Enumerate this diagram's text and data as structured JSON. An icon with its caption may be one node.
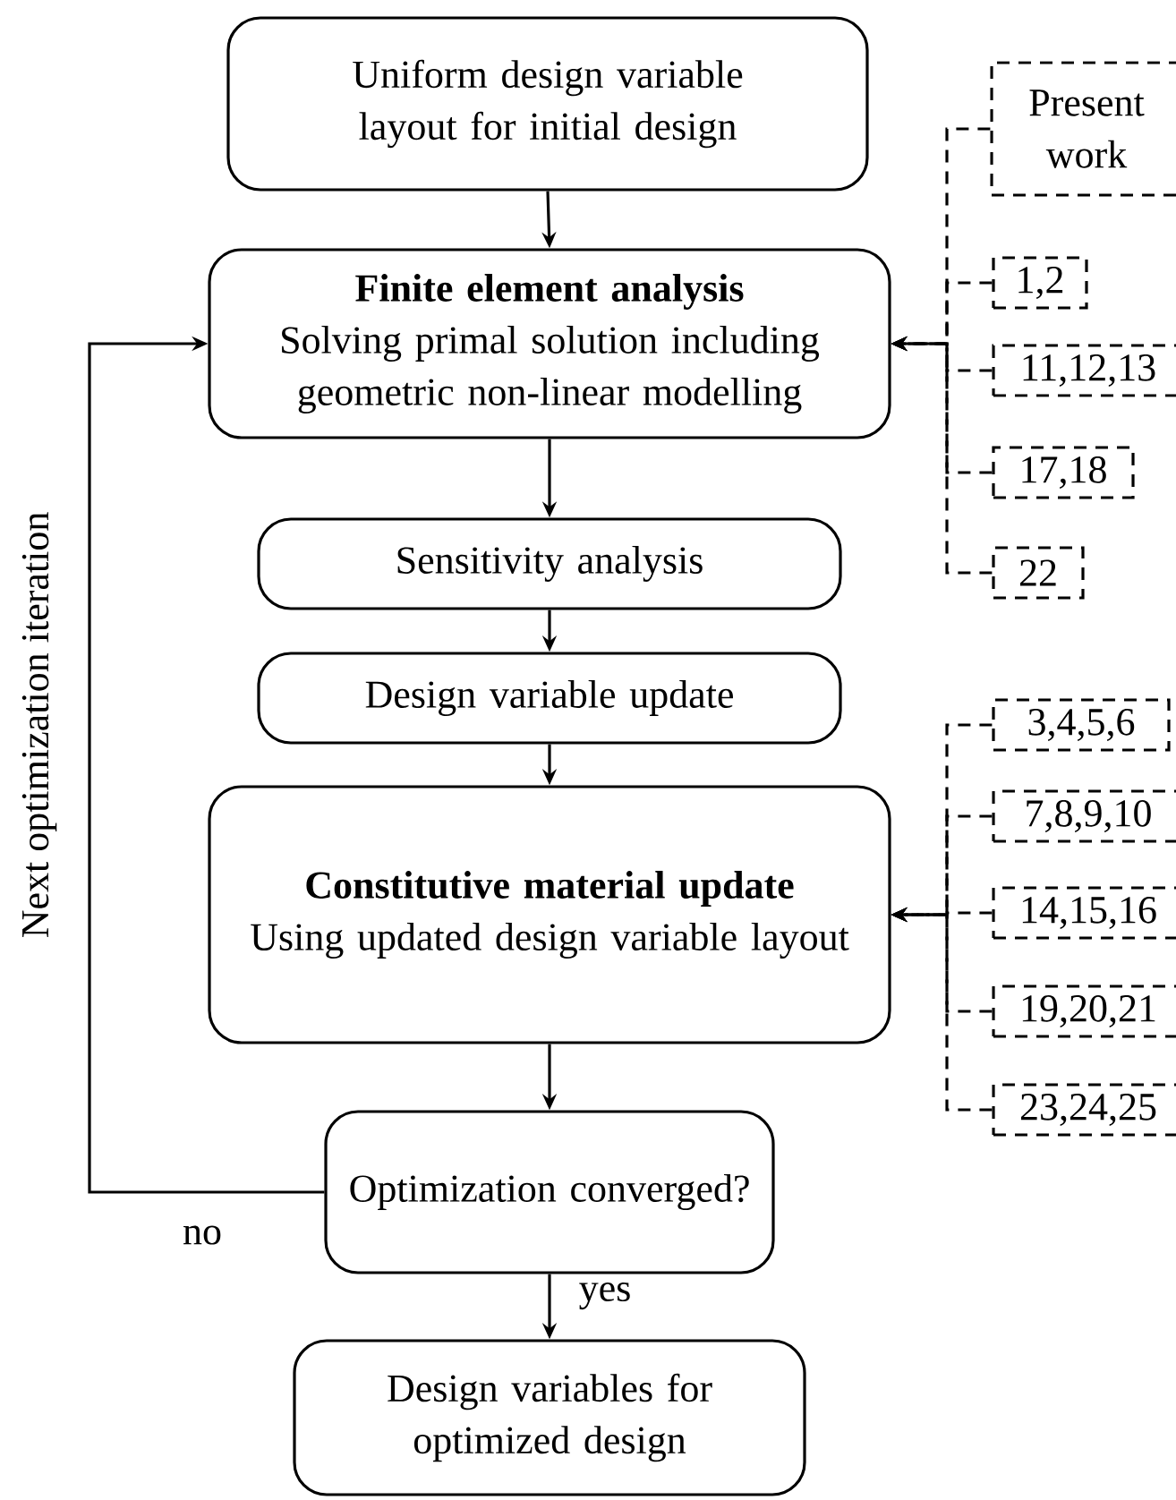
{
  "diagram": {
    "nodes": [
      {
        "text": [
          "Uniform design variable layout for initial design"
        ]
      },
      {
        "text": [
          "Finite element analysis",
          "Solving primal solution including geometric non-linear modelling"
        ]
      },
      {
        "text": [
          "Sensitivity analysis"
        ]
      },
      {
        "text": [
          "Design variable update"
        ]
      },
      {
        "text": [
          "Constitutive material update",
          "Using updated design variable layout"
        ]
      },
      {
        "text": [
          "Optimization converged?"
        ]
      },
      {
        "text": [
          "Design variables for optimized design"
        ]
      },
      {
        "text": [
          "Present work"
        ]
      },
      {
        "text": [
          "1,2"
        ]
      },
      {
        "text": [
          "11,12,13"
        ]
      },
      {
        "text": [
          "17,18"
        ]
      },
      {
        "text": [
          "22"
        ]
      },
      {
        "text": [
          "3,4,5,6"
        ]
      },
      {
        "text": [
          "7,8,9,10"
        ]
      },
      {
        "text": [
          "14,15,16"
        ]
      },
      {
        "text": [
          "19,20,21"
        ]
      },
      {
        "text": [
          "23,24,25"
        ]
      }
    ],
    "edges": [
      {
        "from": 0,
        "to": 1,
        "arrow": "to"
      },
      {
        "from": 1,
        "to": 2,
        "arrow": "to"
      },
      {
        "from": 2,
        "to": 3,
        "arrow": "to"
      },
      {
        "from": 3,
        "to": 4,
        "arrow": "to"
      },
      {
        "from": 4,
        "to": 5,
        "arrow": "to"
      },
      {
        "from": 5,
        "to": 6,
        "arrow": "to",
        "label": "yes"
      },
      {
        "from": 5,
        "to": 1,
        "arrow": "to",
        "label": "no"
      },
      {
        "from": 7,
        "to": 1,
        "arrow": "to",
        "style": "dashed"
      },
      {
        "from": 8,
        "to": 1,
        "arrow": "to",
        "style": "dashed"
      },
      {
        "from": 9,
        "to": 1,
        "arrow": "to",
        "style": "dashed"
      },
      {
        "from": 10,
        "to": 1,
        "arrow": "to",
        "style": "dashed"
      },
      {
        "from": 11,
        "to": 1,
        "arrow": "to",
        "style": "dashed"
      },
      {
        "from": 12,
        "to": 4,
        "arrow": "to",
        "style": "dashed"
      },
      {
        "from": 13,
        "to": 4,
        "arrow": "to",
        "style": "dashed"
      },
      {
        "from": 14,
        "to": 4,
        "arrow": "to",
        "style": "dashed"
      },
      {
        "from": 15,
        "to": 4,
        "arrow": "to",
        "style": "dashed"
      },
      {
        "from": 16,
        "to": 4,
        "arrow": "to",
        "style": "dashed"
      }
    ],
    "labels": [
      "Next optimization iteration"
    ]
  }
}
